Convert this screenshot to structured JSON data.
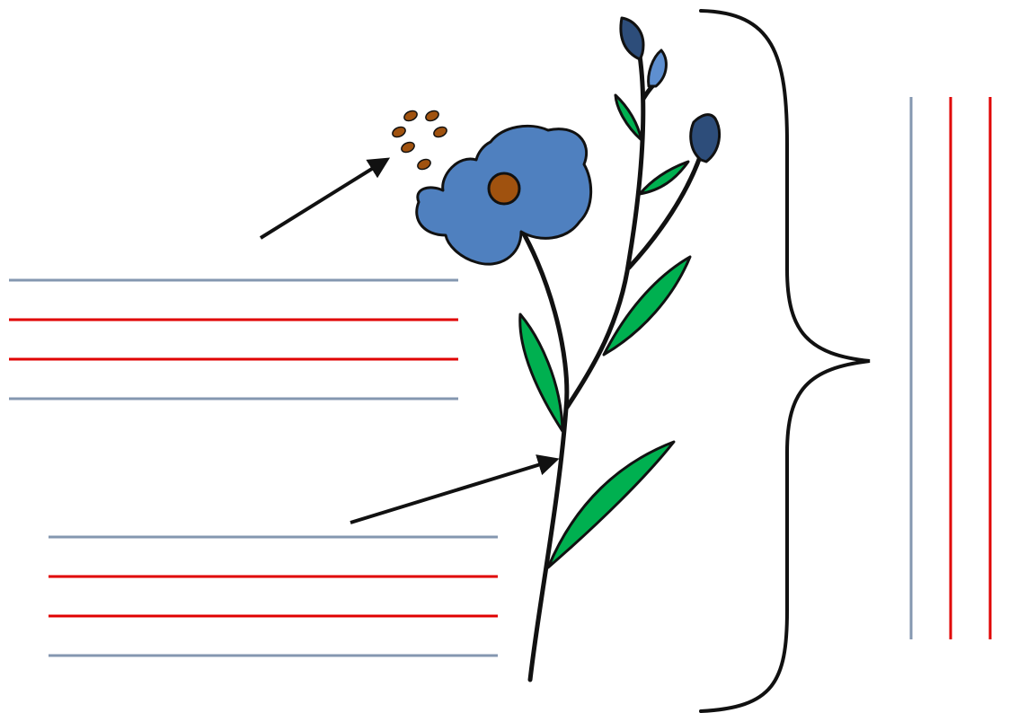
{
  "diagram": {
    "subject": "flax-plant-with-seeds",
    "colors": {
      "petal": "#4f80bf",
      "bud": "#2d4d7a",
      "bud_light": "#5e8fd0",
      "leaf": "#00b050",
      "seed": "#a0520f",
      "outline": "#111111",
      "writing_line_guide": "#8497b0",
      "writing_line_mid": "#e00000"
    },
    "labels": [
      {
        "target": "seeds",
        "text": ""
      },
      {
        "target": "stem",
        "text": ""
      },
      {
        "target": "whole-plant",
        "text": ""
      }
    ]
  }
}
